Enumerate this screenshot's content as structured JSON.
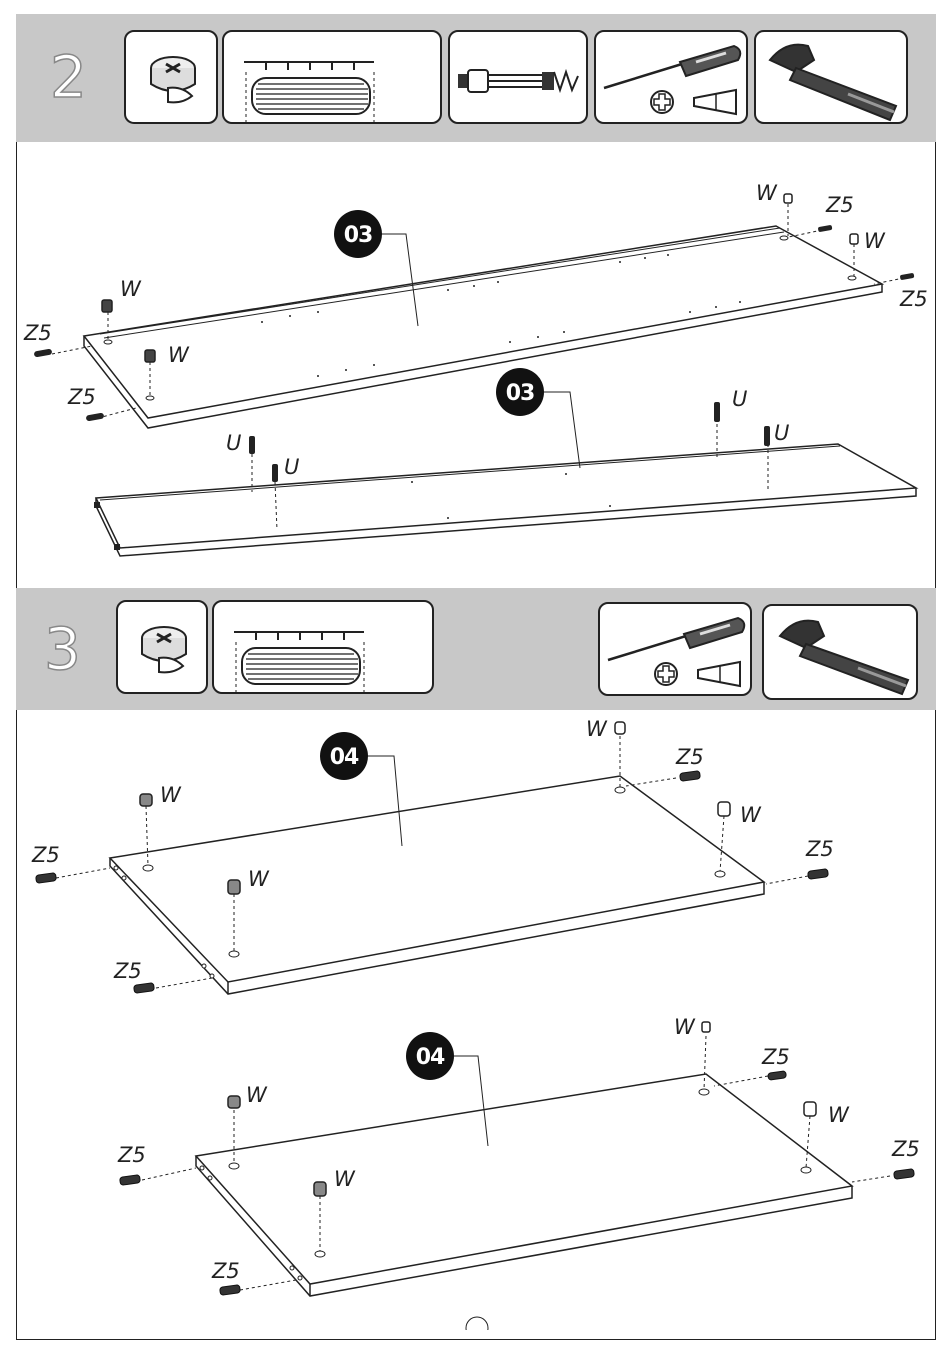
{
  "steps": [
    {
      "number": "2",
      "tools": [
        "cam-lock-icon",
        "dowel-icon",
        "wall-plug-icon",
        "screwdriver-icon",
        "hammer-icon"
      ],
      "panels": [
        {
          "badge": "03",
          "fittings": [
            "W",
            "W",
            "W",
            "W",
            "Z5",
            "Z5",
            "Z5",
            "Z5"
          ]
        },
        {
          "badge": "03",
          "fittings": [
            "U",
            "U",
            "U",
            "U"
          ]
        }
      ]
    },
    {
      "number": "3",
      "tools": [
        "cam-lock-icon",
        "dowel-icon",
        "screwdriver-icon",
        "hammer-icon"
      ],
      "panels": [
        {
          "badge": "04",
          "fittings": [
            "W",
            "W",
            "W",
            "W",
            "Z5",
            "Z5",
            "Z5",
            "Z5"
          ]
        },
        {
          "badge": "04",
          "fittings": [
            "W",
            "W",
            "W",
            "W",
            "Z5",
            "Z5",
            "Z5",
            "Z5"
          ]
        }
      ]
    }
  ],
  "labels": {
    "cam": "W",
    "dowel": "Z5",
    "pin": "U"
  }
}
